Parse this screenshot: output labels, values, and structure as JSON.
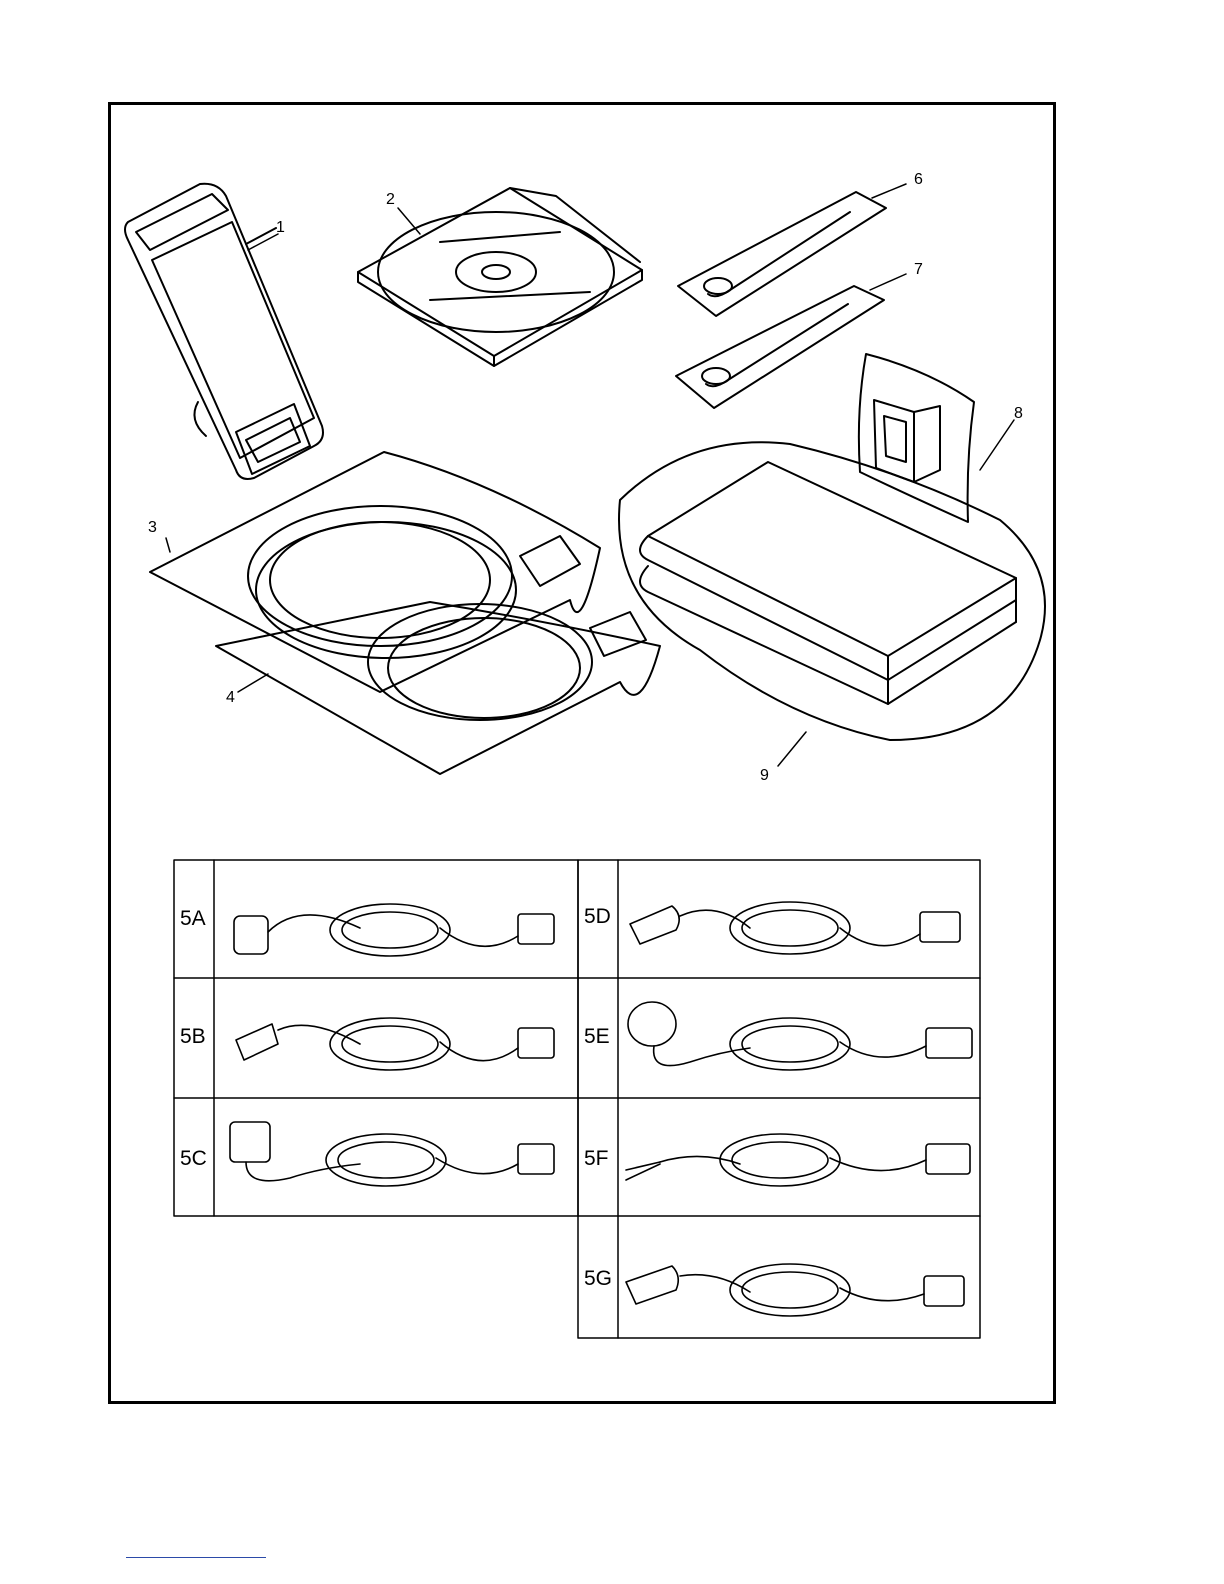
{
  "callouts": {
    "item1": "1",
    "item2": "2",
    "item3": "3",
    "item4": "4",
    "item6": "6",
    "item7": "7",
    "item8": "8",
    "item9": "9"
  },
  "power_cords": [
    {
      "label": "5A"
    },
    {
      "label": "5B"
    },
    {
      "label": "5C"
    },
    {
      "label": "5D"
    },
    {
      "label": "5E"
    },
    {
      "label": "5F"
    },
    {
      "label": "5G"
    }
  ],
  "colors": {
    "line": "#000000",
    "footer_link": "#2b4aa8"
  }
}
